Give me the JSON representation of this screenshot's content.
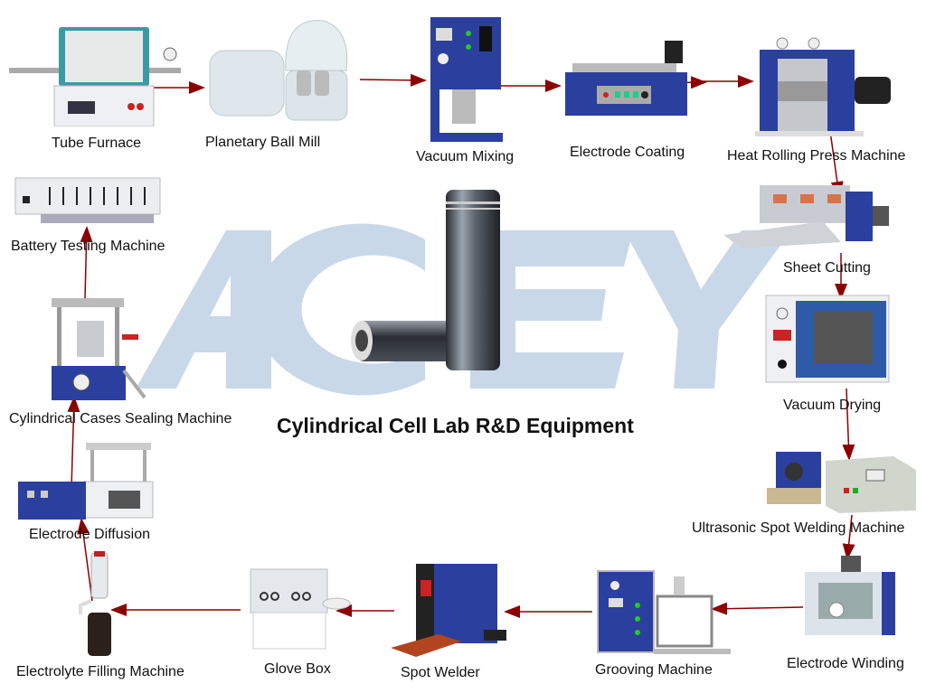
{
  "title": "Cylindrical Cell Lab R&D Equipment",
  "watermark": {
    "text": "ACEY",
    "color": "#c9d8e9"
  },
  "arrow_color": "#8b0000",
  "center_image": {
    "icon": "cylindrical-battery-cells"
  },
  "steps": [
    {
      "id": 1,
      "label": "Tube Furnace",
      "icon": "tube-furnace"
    },
    {
      "id": 2,
      "label": "Planetary Ball Mill",
      "icon": "planetary-ball-mill"
    },
    {
      "id": 3,
      "label": "Vacuum Mixing",
      "icon": "vacuum-mixer"
    },
    {
      "id": 4,
      "label": "Electrode Coating",
      "icon": "coating-machine"
    },
    {
      "id": 5,
      "label": "Heat Rolling Press Machine",
      "icon": "rolling-press"
    },
    {
      "id": 6,
      "label": "Sheet Cutting",
      "icon": "sheet-cutter"
    },
    {
      "id": 7,
      "label": "Vacuum Drying",
      "icon": "vacuum-oven"
    },
    {
      "id": 8,
      "label": "Ultrasonic Spot Welding Machine",
      "icon": "ultrasonic-welder"
    },
    {
      "id": 9,
      "label": "Electrode Winding",
      "icon": "winding-machine"
    },
    {
      "id": 10,
      "label": "Grooving Machine",
      "icon": "grooving-machine"
    },
    {
      "id": 11,
      "label": "Spot Welder",
      "icon": "spot-welder"
    },
    {
      "id": 12,
      "label": "Glove Box",
      "icon": "glove-box"
    },
    {
      "id": 13,
      "label": "Electrolyte Filling Machine",
      "icon": "electrolyte-dispenser"
    },
    {
      "id": 14,
      "label": "Electrode Diffusion",
      "icon": "diffusion-press"
    },
    {
      "id": 15,
      "label": "Cylindrical Cases Sealing Machine",
      "icon": "sealing-press"
    },
    {
      "id": 16,
      "label": "Battery Testing Machine",
      "icon": "battery-tester"
    }
  ]
}
